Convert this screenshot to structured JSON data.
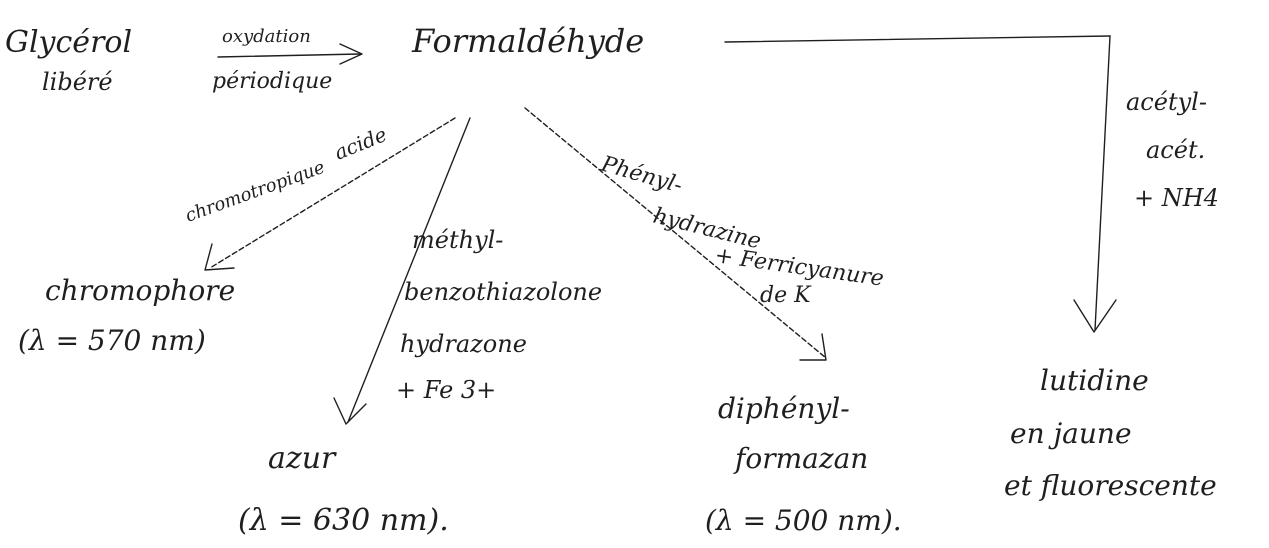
{
  "diagram": {
    "start": {
      "line1": "Glycérol",
      "line2": "libéré"
    },
    "reaction": {
      "above": "oxydation",
      "below": "périodique"
    },
    "center": "Formaldéhyde",
    "branches": [
      {
        "reagent": [
          "acide",
          "chromotropique"
        ],
        "product": [
          "chromophore",
          "(λ = 570 nm)"
        ]
      },
      {
        "reagent": [
          "méthyl-",
          "benzothiazolone",
          "hydrazone",
          "+ Fe 3+"
        ],
        "product": [
          "azur",
          "(λ = 630 nm)."
        ]
      },
      {
        "reagent": [
          "Phényl-",
          "hydrazine",
          "+ Ferricyanure",
          "de K"
        ],
        "product": [
          "diphényl-",
          "formazan",
          "(λ = 500 nm)."
        ]
      },
      {
        "reagent": [
          "acétyl-",
          "acét.",
          "+ NH4"
        ],
        "product": [
          "lutidine",
          "en jaune",
          "et fluorescente"
        ]
      }
    ]
  }
}
